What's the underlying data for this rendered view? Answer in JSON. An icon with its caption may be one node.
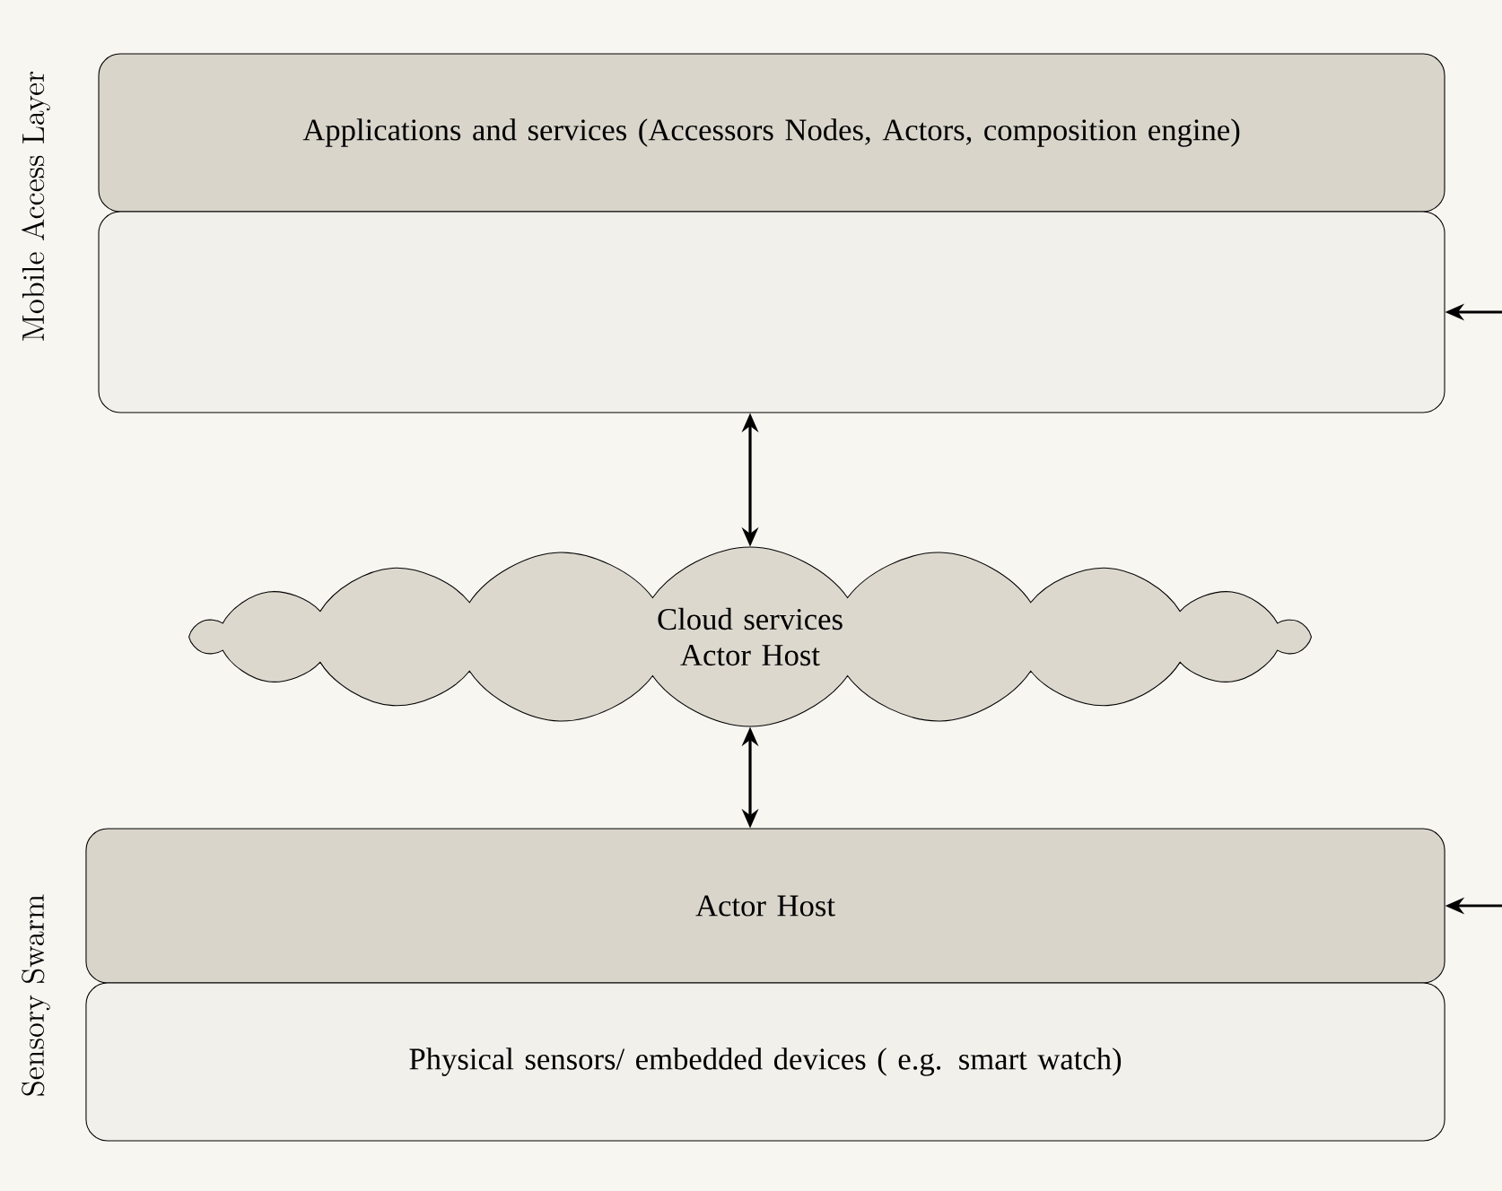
{
  "diagram": {
    "nodes": [
      {
        "text": [
          "Applications and services (Accessors Nodes, Actors, composition engine)"
        ]
      },
      {
        "text": [],
        "shape": "box"
      },
      {
        "text": [
          "Cloud services Actor Host"
        ]
      },
      {
        "text": [
          "Actor Host"
        ]
      },
      {
        "text": [
          "Physical sensors/ embedded devices ( e.g. smart watch)"
        ]
      }
    ],
    "edges": [
      {
        "from": 1,
        "to": 2,
        "arrow": "both"
      },
      {
        "from": 2,
        "to": 3,
        "arrow": "both"
      },
      {
        "from": null,
        "to": 1,
        "arrow": "to"
      },
      {
        "from": null,
        "to": 3,
        "arrow": "to"
      }
    ],
    "labels": [
      "Mobile Access Layer",
      "Sensory Swarm"
    ]
  }
}
